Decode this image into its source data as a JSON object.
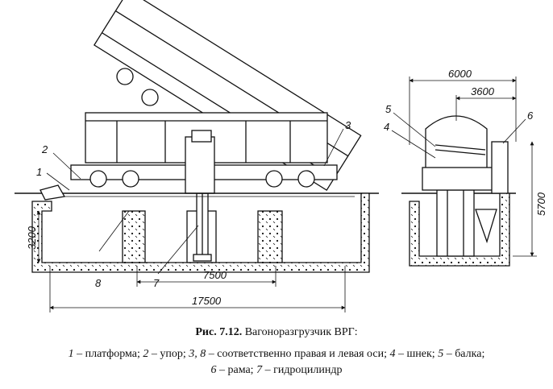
{
  "callouts": {
    "c1": "1",
    "c2": "2",
    "c3": "3",
    "c4": "4",
    "c5": "5",
    "c6": "6",
    "c7": "7",
    "c8": "8"
  },
  "dimensions": {
    "d17500": "17500",
    "d7500": "7500",
    "d3200": "3200",
    "d6000": "6000",
    "d3600": "3600",
    "d5700": "5700"
  },
  "caption": {
    "number": "Рис. 7.12.",
    "title": "Вагоноразгрузчик ВРГ:"
  },
  "legend": {
    "n1": "1",
    "t1": " – платформа; ",
    "n2": "2",
    "t2": " – упор; ",
    "n3": "3, 8",
    "t3": " – соответственно правая и левая оси; ",
    "n4": "4",
    "t4": " – шнек; ",
    "n5": "5",
    "t5": " – балка;",
    "n6": "6",
    "t6": " – рама; ",
    "n7": "7",
    "t7": " – гидроцилиндр"
  },
  "colors": {
    "ink": "#111111",
    "paper": "#ffffff"
  }
}
